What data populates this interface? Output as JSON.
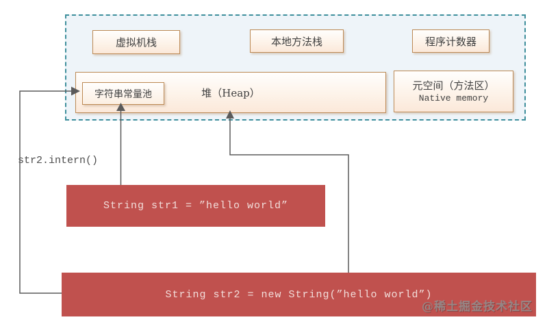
{
  "diagram_title_implicit": "JVM string intern memory diagram",
  "colors": {
    "region_border": "#3d8e9b",
    "region_fill": "#eef4f9",
    "box_border": "#bc8954",
    "box_fill_top": "#fffefd",
    "box_fill_bottom": "#fbe8d9",
    "code_box_red": "#c0514e",
    "code_text": "#f2dedb",
    "arrow_gray": "#5a5a5a"
  },
  "jvm": {
    "vm_stack_label": "虚拟机栈",
    "native_method_stack_label": "本地方法栈",
    "program_counter_label": "程序计数器",
    "heap_label": "堆（Heap）",
    "string_constant_pool_label": "字符串常量池",
    "metaspace_label_line1": "元空间（方法区）",
    "metaspace_label_line2": "Native memory"
  },
  "code": {
    "intern_call_label": "str2.intern()",
    "str1_statement": "String str1 = ”hello world”",
    "str2_statement": "String str2 = new String(”hello world”)"
  },
  "watermark_text": "@稀土掘金技术社区"
}
